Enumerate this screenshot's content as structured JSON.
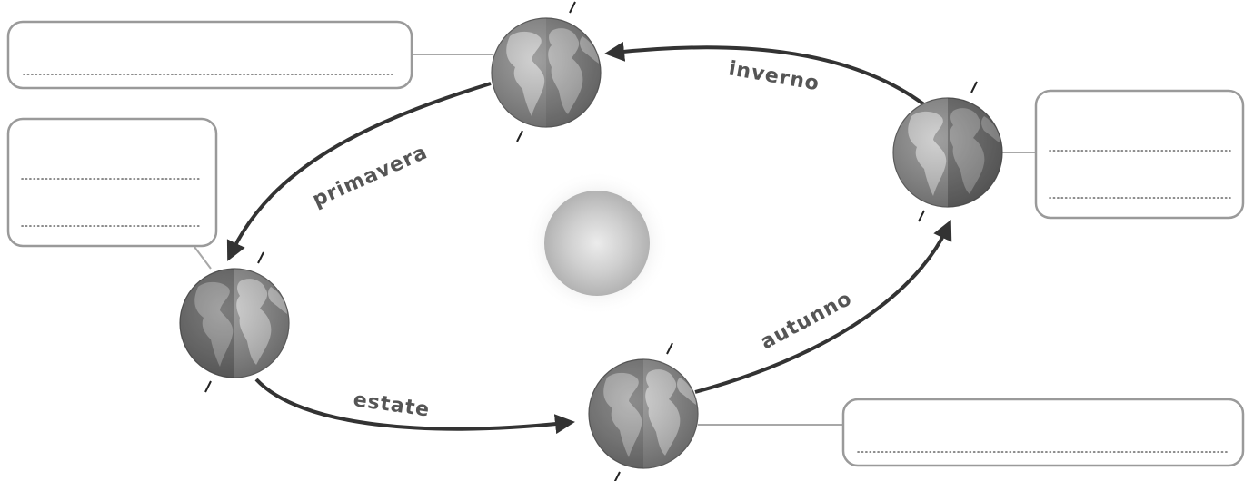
{
  "seasons": {
    "spring": "primavera",
    "summer": "estate",
    "autumn": "autunno",
    "winter": "inverno"
  },
  "colors": {
    "arrow": "#333333",
    "label": "#555555",
    "box_border": "#9a9a9a",
    "connector": "#a8a8a8",
    "sun_core": "#e2e2e2",
    "sun_edge": "#b4b4b4",
    "earth_ocean_dark": "#6e6e6e",
    "earth_ocean_light": "#9a9a9a",
    "earth_land": "#c4c4c4"
  }
}
